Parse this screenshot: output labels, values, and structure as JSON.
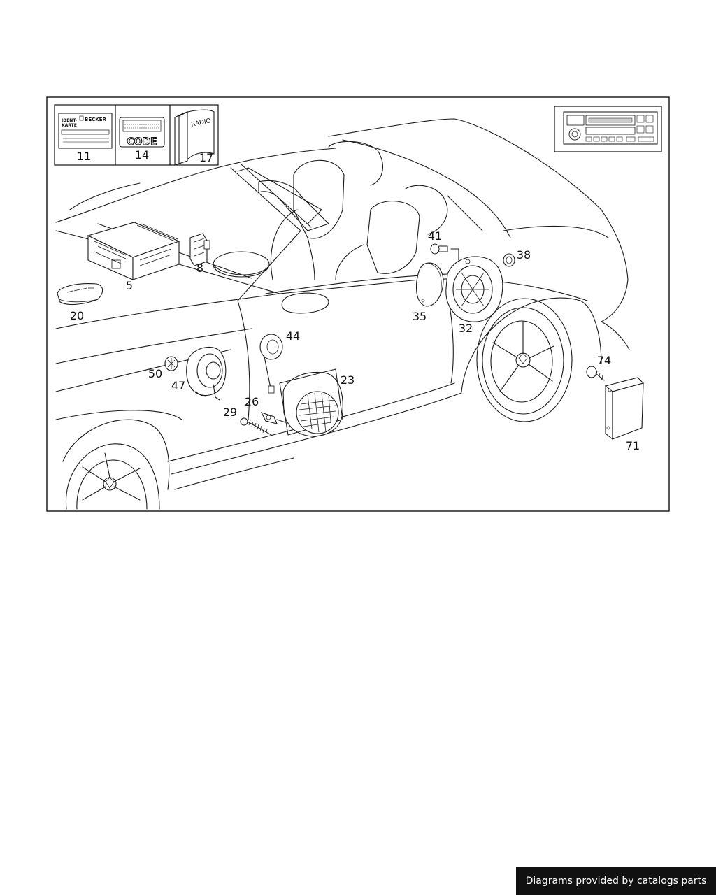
{
  "callouts": {
    "c11": "11",
    "c14": "14",
    "c17": "17",
    "c5": "5",
    "c8": "8",
    "c20": "20",
    "c41": "41",
    "c38": "38",
    "c35": "35",
    "c32": "32",
    "c44": "44",
    "c50": "50",
    "c47": "47",
    "c23": "23",
    "c26": "26",
    "c29": "29",
    "c74": "74",
    "c71": "71"
  },
  "inset_text": {
    "card_title_1": "IDENT-",
    "card_title_2": "KARTE",
    "card_brand": "BECKER",
    "code_label": "CODE",
    "manual_label": "RADIO"
  },
  "footer": {
    "text": "Diagrams provided by catalogs parts"
  }
}
